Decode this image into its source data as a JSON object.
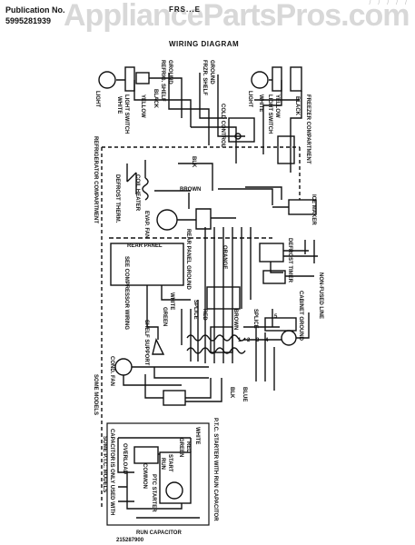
{
  "header": {
    "publication_label": "Publication No.",
    "publication_number": "5995281939",
    "model": "FRS...E",
    "title": "WIRING DIAGRAM",
    "watermark": "AppliancePartsPros.com",
    "top_marks": "/ / / / /"
  },
  "labels": {
    "light_left": "LIGHT",
    "light_switch_left": "LIGHT SWITCH",
    "white_left": "WHITE",
    "yellow_left": "YELLOW",
    "black_left": "BLACK",
    "refrig_shelf": "REFRIG. SHELF",
    "ground_left": "GROUND",
    "frzr_shelf": "FRZR. SHELF",
    "ground_right": "GROUND",
    "cold_control": "COLD CONTROL",
    "light_right": "LIGHT",
    "light_switch_right": "LIGHT SWITCH",
    "white_right": "WHITE",
    "yellow_right": "YELLOW",
    "black_right": "BLACK",
    "freezer_compartment": "FREEZER COMPARTMENT",
    "refrigerator_compartment": "REFRIGERATOR COMPARTMENT",
    "defrost_therm": "DEFROST THERM.",
    "coil_heater": "COIL HEATER",
    "blk": "BLK",
    "brown_top": "BROWN",
    "evap_fan": "EVAP. FAN",
    "ice_maker": "ICE MAKER",
    "rear_panel": "REAR PANEL",
    "defrost_timer": "DEFROST TIMER",
    "rear_panel_ground": "REAR PANEL GROUND",
    "see_compressor_wiring": "SEE COMPRESSOR WIRING",
    "white_mid": "WHITE",
    "green_mid": "GREEN",
    "splice_left": "SPLICE",
    "splice_right": "SPLICE",
    "red_mid": "RED",
    "brown_mid": "BROWN",
    "orange": "ORANGE",
    "non_fused": "NON-FUSED LINE",
    "cabinet_ground": "CABINET GROUND",
    "shelf_support": "SHELF SUPPORT",
    "some_models": "SOME MODELS",
    "cond_fan": "COND. FAN",
    "blue": "BLUE",
    "blk_bottom": "BLK",
    "ptc_title": "P.T.C. STARTER WITH RUN CAPACITOR",
    "white_ptc": "WHITE",
    "red_ptc": "RED",
    "green_ptc": "GREEN",
    "overload": "OVERLOAD",
    "start": "START",
    "run": "RUN",
    "common": "COMMON",
    "ptc_starter": "PTC STARTER",
    "run_capacitor": "RUN CAPACITOR",
    "cap_note": "CAPACITOR IS ONLY USED WITH",
    "cap_note2": "SOME P.T.C. MODELS",
    "part_no": "215287900",
    "n1": "1",
    "n2": "2",
    "n3": "3",
    "n4": "4",
    "n5": "5"
  },
  "colors": {
    "ink": "#111111",
    "watermark": "#d8d8d8"
  }
}
